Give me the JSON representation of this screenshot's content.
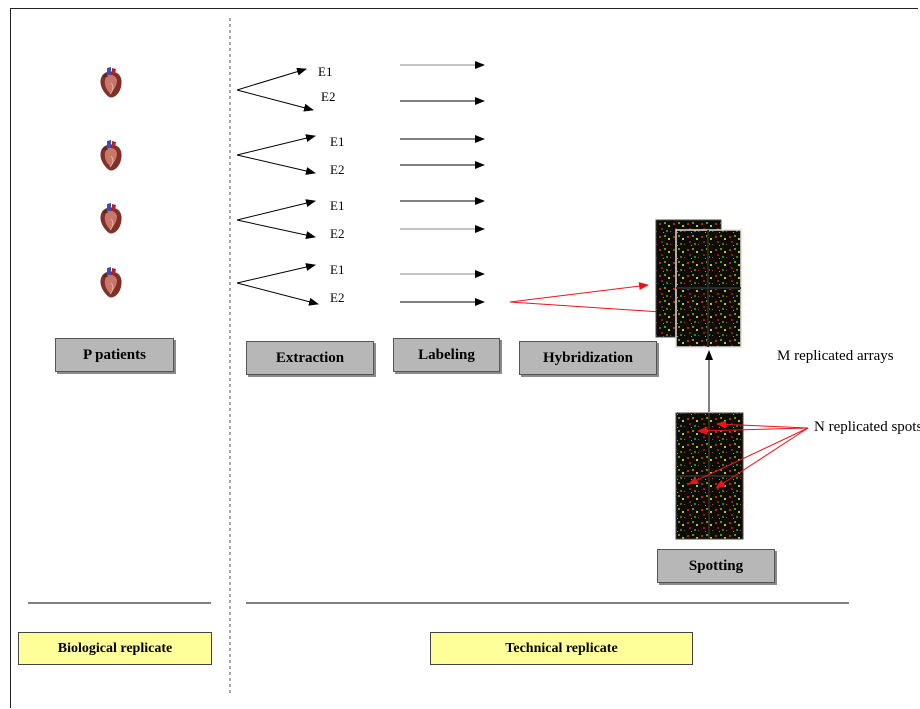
{
  "stages": {
    "patients": "P patients",
    "extraction": "Extraction",
    "labeling": "Labeling",
    "hybridization": "Hybridization",
    "spotting": "Spotting"
  },
  "extracts": [
    {
      "e1": "E1",
      "e2": "E2"
    },
    {
      "e1": "E1",
      "e2": "E2"
    },
    {
      "e1": "E1",
      "e2": "E2"
    },
    {
      "e1": "E1",
      "e2": "E2"
    }
  ],
  "annotations": {
    "arrays": "M replicated arrays",
    "spots": "N replicated spots"
  },
  "replicates": {
    "biological": "Biological replicate",
    "technical": "Technical replicate"
  },
  "colors": {
    "stage_box": "#b7b7b7",
    "replicate_box": "#ffff99",
    "red_arrow": "#e8151b",
    "heart": "#8b3a2e",
    "microarray": "#0b0b06"
  },
  "icons": [
    "heart-icon",
    "microarray-icon"
  ]
}
